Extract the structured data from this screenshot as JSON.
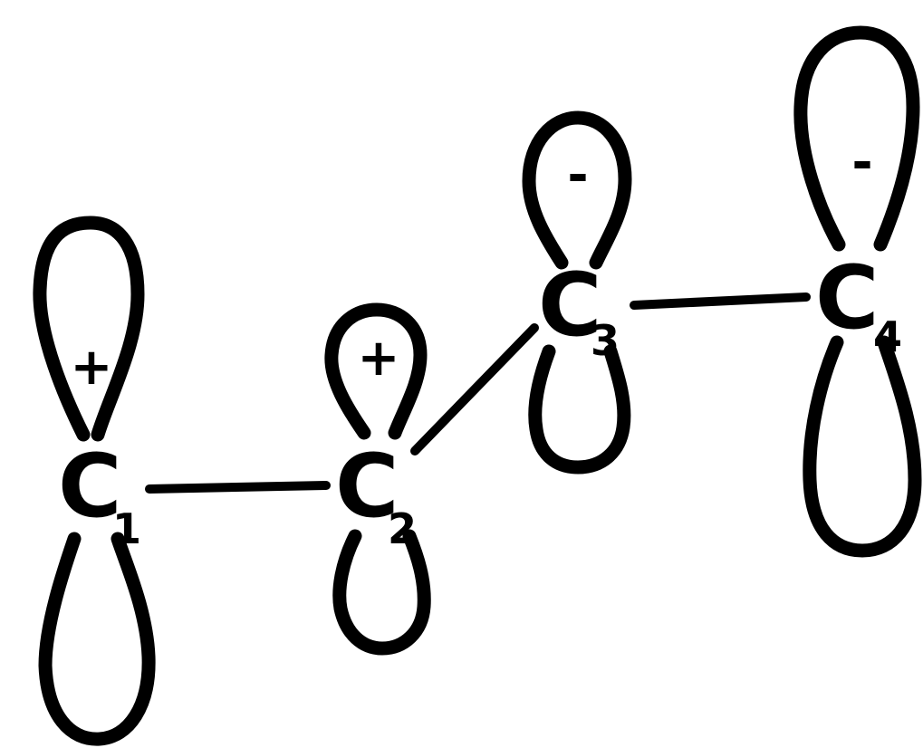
{
  "atoms": [
    {
      "letter": "C",
      "subscript": "1",
      "phase": "+"
    },
    {
      "letter": "C",
      "subscript": "2",
      "phase": "+"
    },
    {
      "letter": "C",
      "subscript": "3",
      "phase": "-"
    },
    {
      "letter": "C",
      "subscript": "4",
      "phase": "-"
    }
  ],
  "colors": {
    "ink": "#000000",
    "background": "#ffffff"
  }
}
